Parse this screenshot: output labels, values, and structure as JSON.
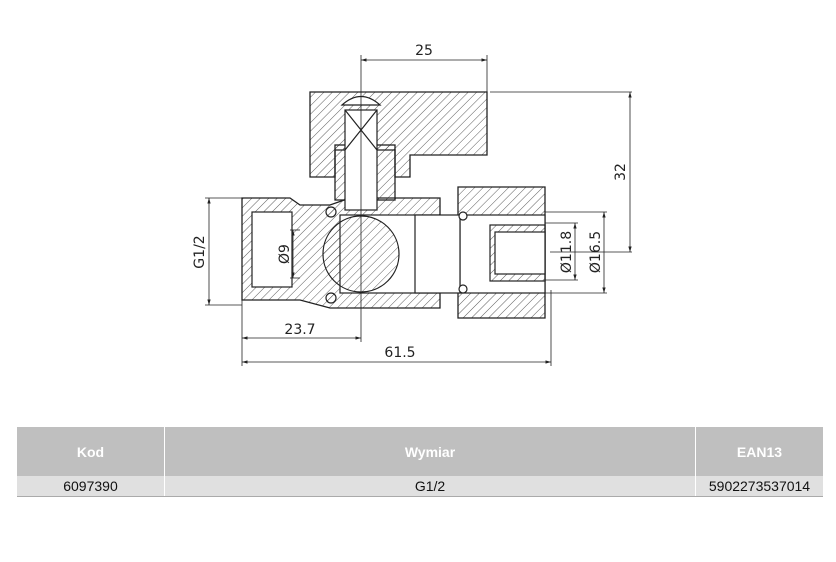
{
  "drawing": {
    "dimensions": {
      "handle_width": "25",
      "height": "32",
      "thread": "G1/2",
      "bore": "Ø9",
      "pipe_inner": "Ø11.8",
      "pipe_outer": "Ø16.5",
      "center_offset": "23.7",
      "total_length": "61.5"
    }
  },
  "table": {
    "headers": [
      "Kod",
      "Wymiar",
      "EAN13"
    ],
    "rows": [
      [
        "6097390",
        "G1/2",
        "5902273537014"
      ]
    ]
  }
}
